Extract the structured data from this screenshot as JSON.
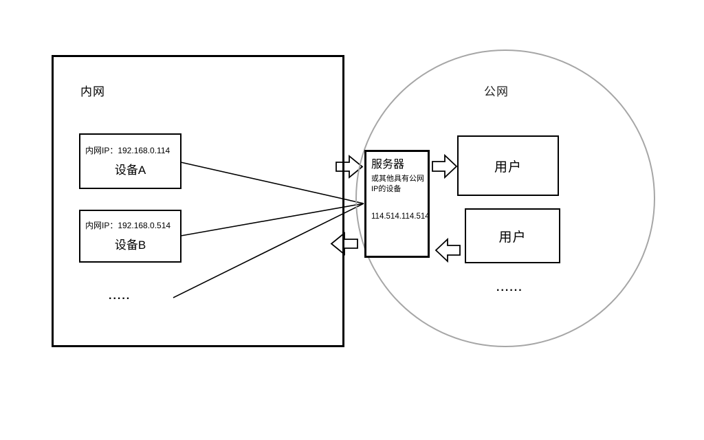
{
  "diagram": {
    "intranet": {
      "label": "内网",
      "device_a": {
        "ip": "内网IP：192.168.0.114",
        "name": "设备A"
      },
      "device_b": {
        "ip": "内网IP：192.168.0.514",
        "name": "设备B"
      },
      "ellipsis": "....."
    },
    "public": {
      "label": "公网",
      "server": {
        "name": "服务器",
        "subtitle": "或其他具有公网IP的设备",
        "ip": "114.514.114.514"
      },
      "user_top": {
        "label": "用户"
      },
      "user_bottom": {
        "label": "用户"
      },
      "ellipsis": "......"
    },
    "colors": {
      "line": "#000000",
      "circle_border": "#a6a6a6",
      "arrow_fill": "#ffffff"
    }
  }
}
